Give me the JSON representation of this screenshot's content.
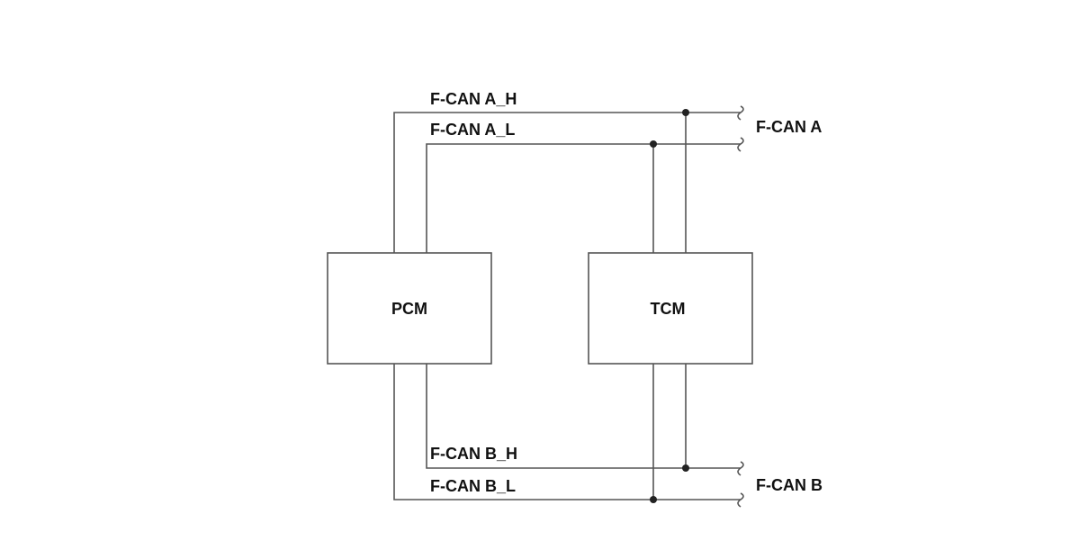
{
  "modules": {
    "pcm": "PCM",
    "tcm": "TCM"
  },
  "signals": {
    "can_a_high": "F-CAN A_H",
    "can_a_low": "F-CAN A_L",
    "can_b_high": "F-CAN B_H",
    "can_b_low": "F-CAN B_L"
  },
  "buses": {
    "can_a": "F-CAN A",
    "can_b": "F-CAN B"
  },
  "colors": {
    "wire": "#555555",
    "node": "#222222",
    "text": "#111111"
  }
}
